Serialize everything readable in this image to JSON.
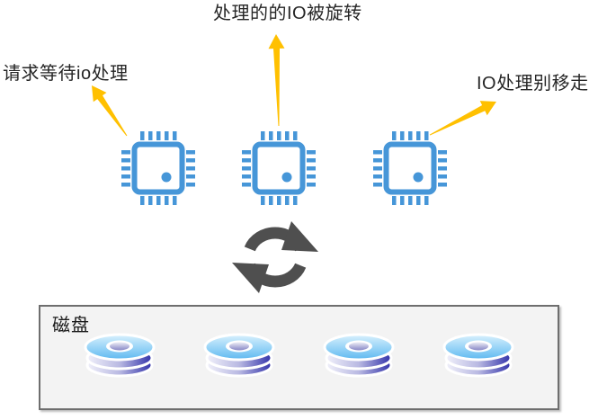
{
  "diagram": {
    "labels": {
      "left": "请求等待io处理",
      "top": "处理的的IO被旋转",
      "right": "IO处理别移走"
    },
    "disk_box": {
      "title": "磁盘",
      "disk_count": 4
    },
    "icons": {
      "cpu": "cpu-chip-icon",
      "sync": "sync-arrows-icon",
      "disk": "disk-stack-icon",
      "annotation_arrows": [
        "arrow-to-left-label",
        "arrow-to-top-label",
        "arrow-to-right-label"
      ]
    },
    "colors": {
      "chip_blue": "#4696D8",
      "arrow_orange": "#FFC000",
      "sync_gray": "#4F4F4F",
      "box_background": "#F3F3F3",
      "box_border": "#6E6E6E",
      "label_text": "#262626",
      "disk_top_blue": "#6BBDF3",
      "disk_ring_indigo": "#3232AA",
      "page_background": "#FFFFFF"
    }
  }
}
